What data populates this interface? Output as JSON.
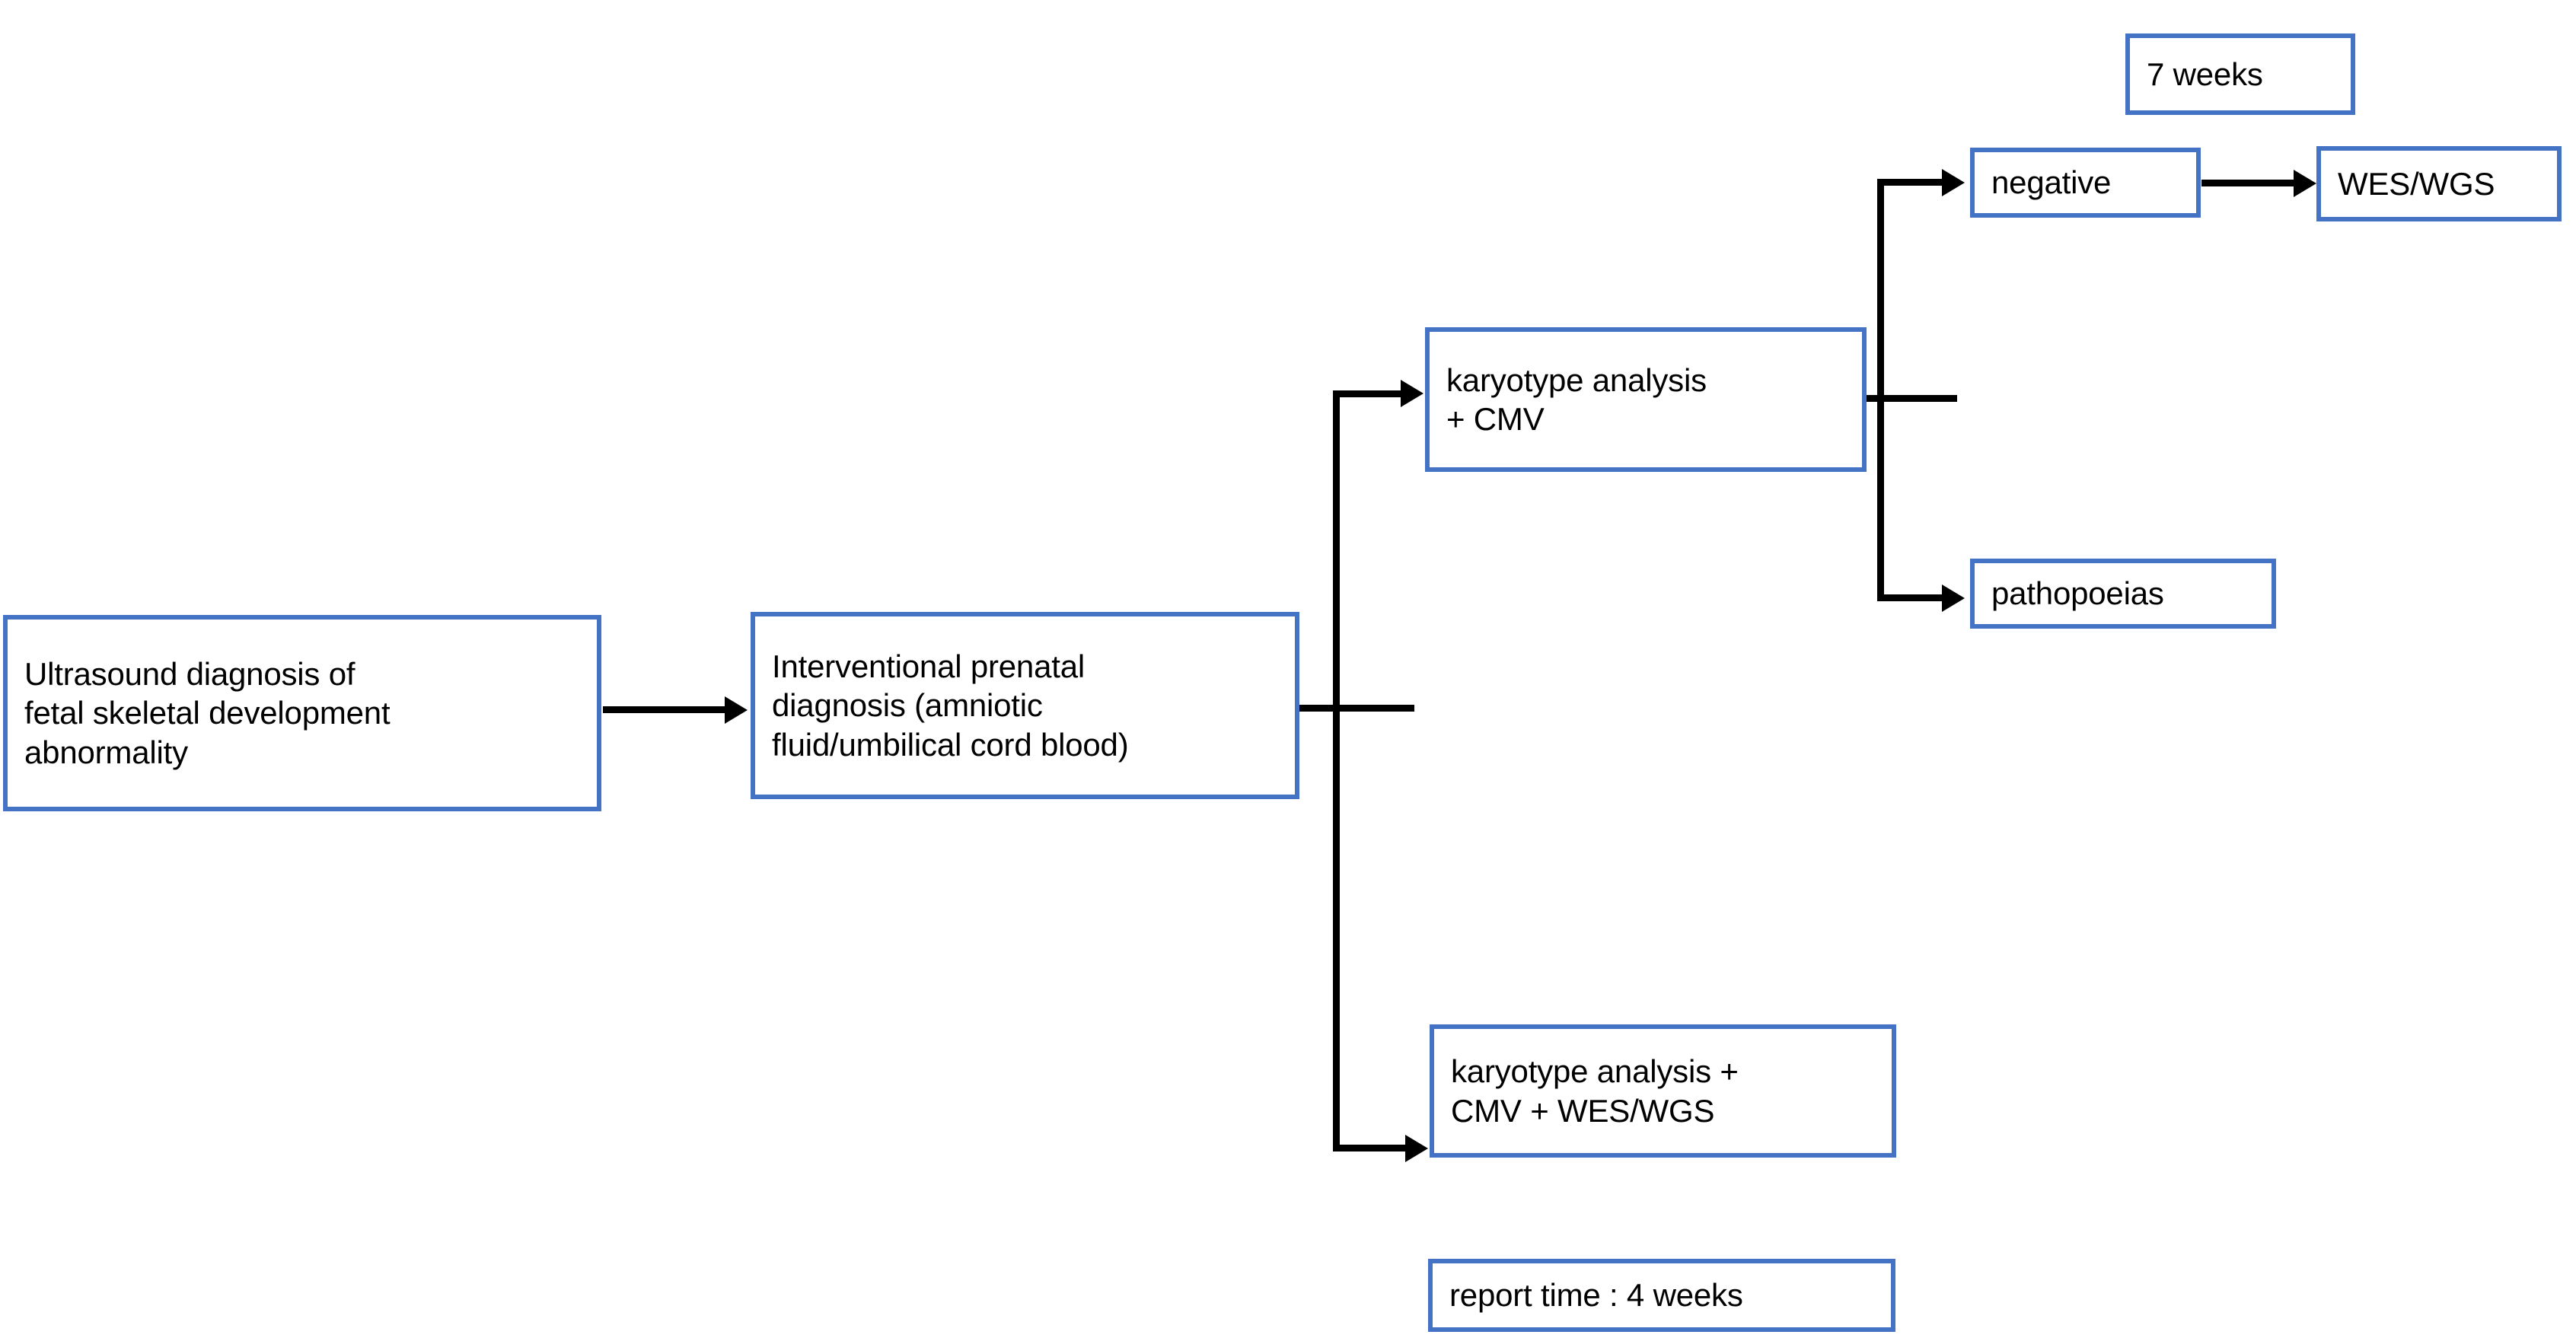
{
  "diagram": {
    "type": "flowchart",
    "orientation": "left-to-right",
    "theme": {
      "node_border_color": "#4472C4",
      "node_fill_color": "#FFFFFF",
      "connector_color": "#000000",
      "text_color": "#000000",
      "page_background": "#FFFFFF"
    },
    "nodes": [
      {
        "id": "ultrasound",
        "label": "Ultrasound diagnosis of\nfetal skeletal development\nabnormality"
      },
      {
        "id": "interventional",
        "label": "Interventional prenatal\ndiagnosis (amniotic\nfluid/umbilical cord blood)"
      },
      {
        "id": "karyotype_cmv",
        "label": "karyotype analysis\n+ CMV"
      },
      {
        "id": "negative",
        "label": "negative"
      },
      {
        "id": "seven_weeks",
        "label": "7 weeks"
      },
      {
        "id": "wes_wgs",
        "label": "WES/WGS"
      },
      {
        "id": "pathopoeias",
        "label": "pathopoeias"
      },
      {
        "id": "karyotype_full",
        "label": "karyotype analysis +\nCMV + WES/WGS"
      },
      {
        "id": "report_time",
        "label": "report time : 4 weeks"
      }
    ],
    "edges": [
      {
        "from": "ultrasound",
        "to": "interventional",
        "style": "straight-arrow"
      },
      {
        "from": "interventional",
        "to": "karyotype_cmv",
        "style": "elbow-arrow-up"
      },
      {
        "from": "interventional",
        "to": "karyotype_full",
        "style": "elbow-arrow-down"
      },
      {
        "from": "karyotype_cmv",
        "to": "negative",
        "style": "elbow-arrow-up"
      },
      {
        "from": "karyotype_cmv",
        "to": "pathopoeias",
        "style": "elbow-arrow-down"
      },
      {
        "from": "negative",
        "to": "wes_wgs",
        "style": "straight-arrow"
      }
    ],
    "annotations": [
      {
        "id": "seven_weeks_note",
        "text": "7 weeks",
        "attached_to": "negative -> wes_wgs branch"
      },
      {
        "id": "report_time_note",
        "text": "report time : 4 weeks",
        "attached_to": "karyotype_full branch"
      }
    ]
  }
}
